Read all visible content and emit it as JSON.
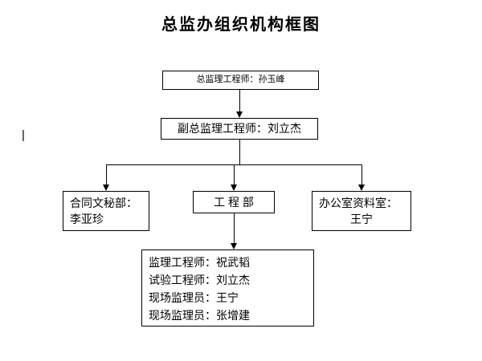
{
  "title": "总监办组织机构框图",
  "cursor_glyph": "|",
  "nodes": {
    "chief": {
      "label": "总监理工程师：孙玉峰"
    },
    "deputy": {
      "label": "副总监理工程师：刘立杰"
    },
    "contract": {
      "line1": "合同文秘部：",
      "line2": "李亚珍"
    },
    "engineering": {
      "label": "工  程  部"
    },
    "office": {
      "line1": "办公室资料室：",
      "line2": "王宁"
    },
    "team": {
      "lines": [
        "监理工程师：祝武韬",
        "试验工程师：刘立杰",
        "现场监理员：王宁",
        "现场监理员：张增建"
      ]
    }
  },
  "colors": {
    "line": "#000000",
    "border": "#000000",
    "background": "#ffffff",
    "text": "#000000"
  }
}
